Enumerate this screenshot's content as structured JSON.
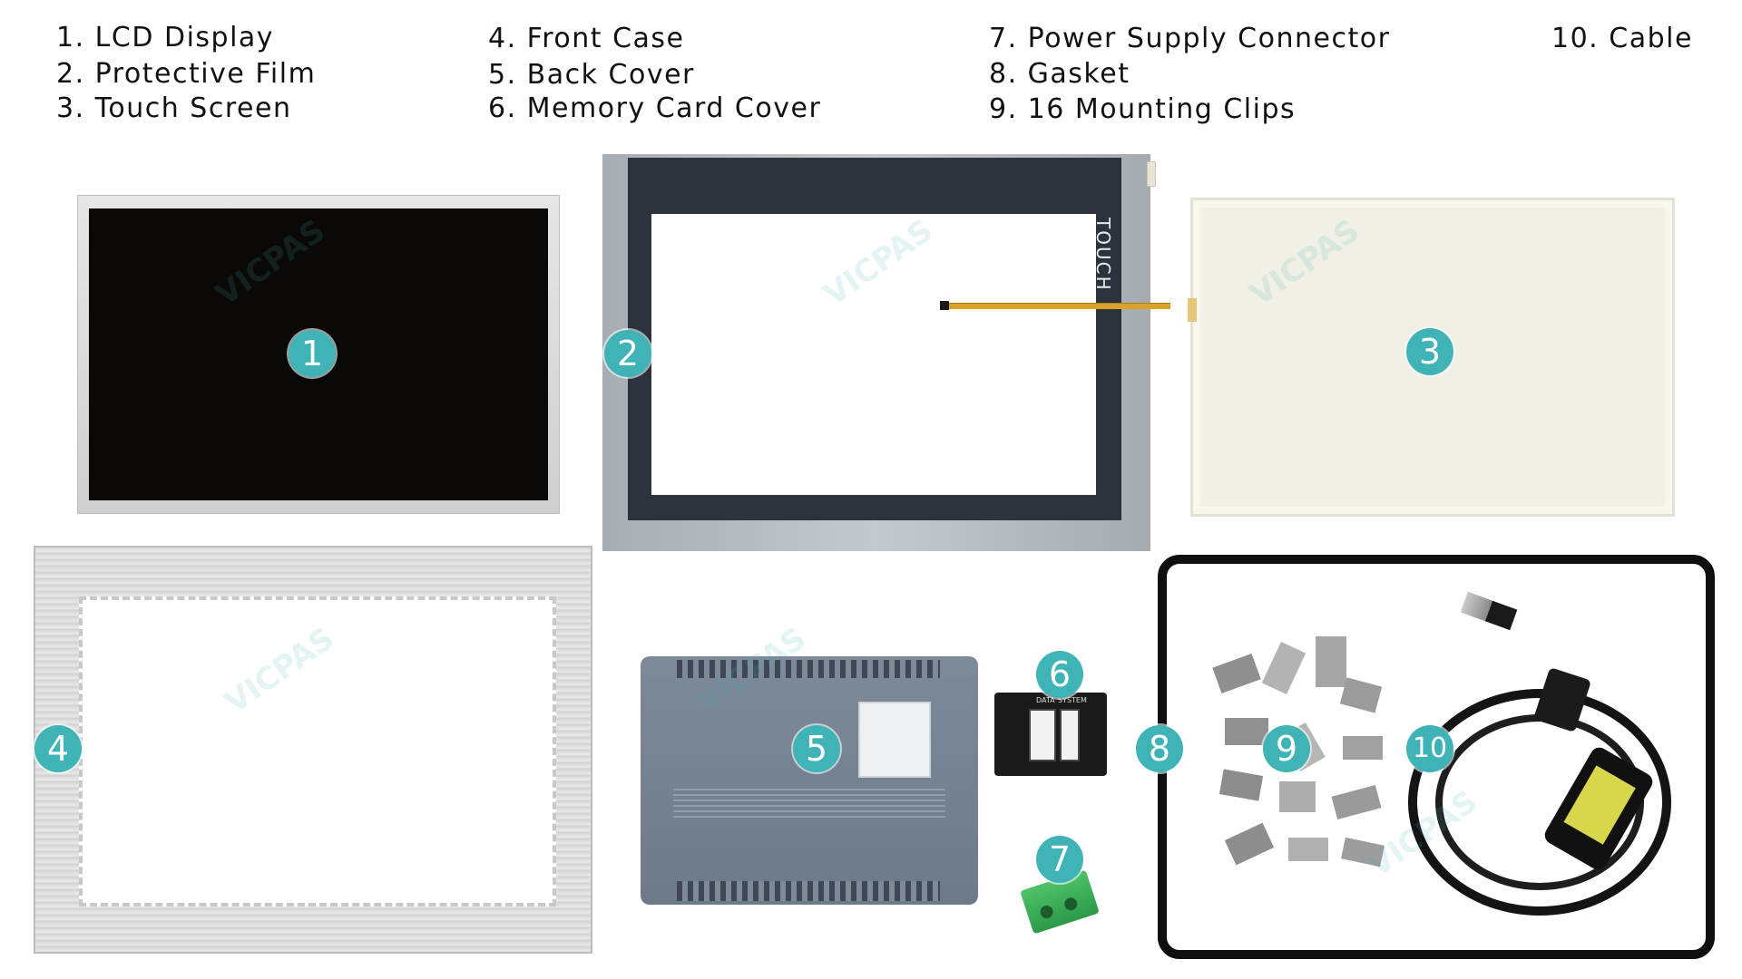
{
  "legend": [
    {
      "num": "1.",
      "label": "LCD Display"
    },
    {
      "num": "2.",
      "label": "Protective Film"
    },
    {
      "num": "3.",
      "label": "Touch Screen"
    },
    {
      "num": "4.",
      "label": "Front Case"
    },
    {
      "num": "5.",
      "label": "Back Cover"
    },
    {
      "num": "6.",
      "label": "Memory Card Cover"
    },
    {
      "num": "7.",
      "label": "Power Supply Connector"
    },
    {
      "num": "8.",
      "label": "Gasket"
    },
    {
      "num": "9.",
      "label": "16 Mounting Clips"
    },
    {
      "num": "10.",
      "label": "Cable"
    }
  ],
  "badges": [
    "1",
    "2",
    "3",
    "4",
    "5",
    "6",
    "7",
    "8",
    "9",
    "10"
  ],
  "film_side_text": "TOUCH",
  "memory_cover_labels": [
    "DATA",
    "SYSTEM"
  ],
  "watermark": "VICPAS",
  "colors": {
    "badge": "#3fb3b5",
    "lcd_screen": "#0b0907",
    "frame_dark": "#2d333c",
    "film_edge": "#9aa1a8"
  }
}
